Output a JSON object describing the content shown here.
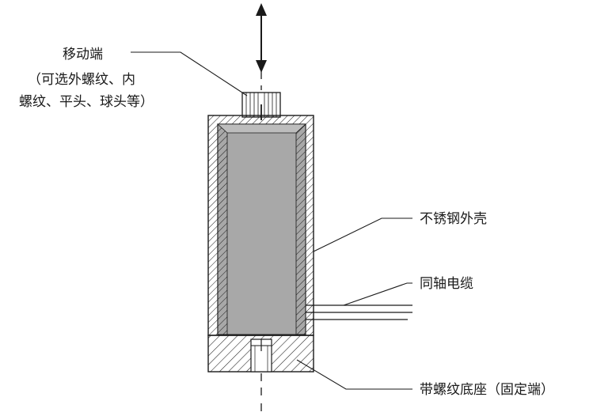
{
  "labels": {
    "moving_end_line1": "移动端",
    "moving_end_line2": "（可选外螺纹、内",
    "moving_end_line3": "螺纹、平头、球头等）",
    "housing": "不锈钢外壳",
    "cable": "同轴电缆",
    "base": "带螺纹底座（固定端）"
  },
  "colors": {
    "line": "#1a1a1a",
    "core_fill": "#a8a8a8",
    "background": "#ffffff"
  },
  "icons": {
    "motion_arrow": "double-headed-vertical-arrow-icon"
  }
}
